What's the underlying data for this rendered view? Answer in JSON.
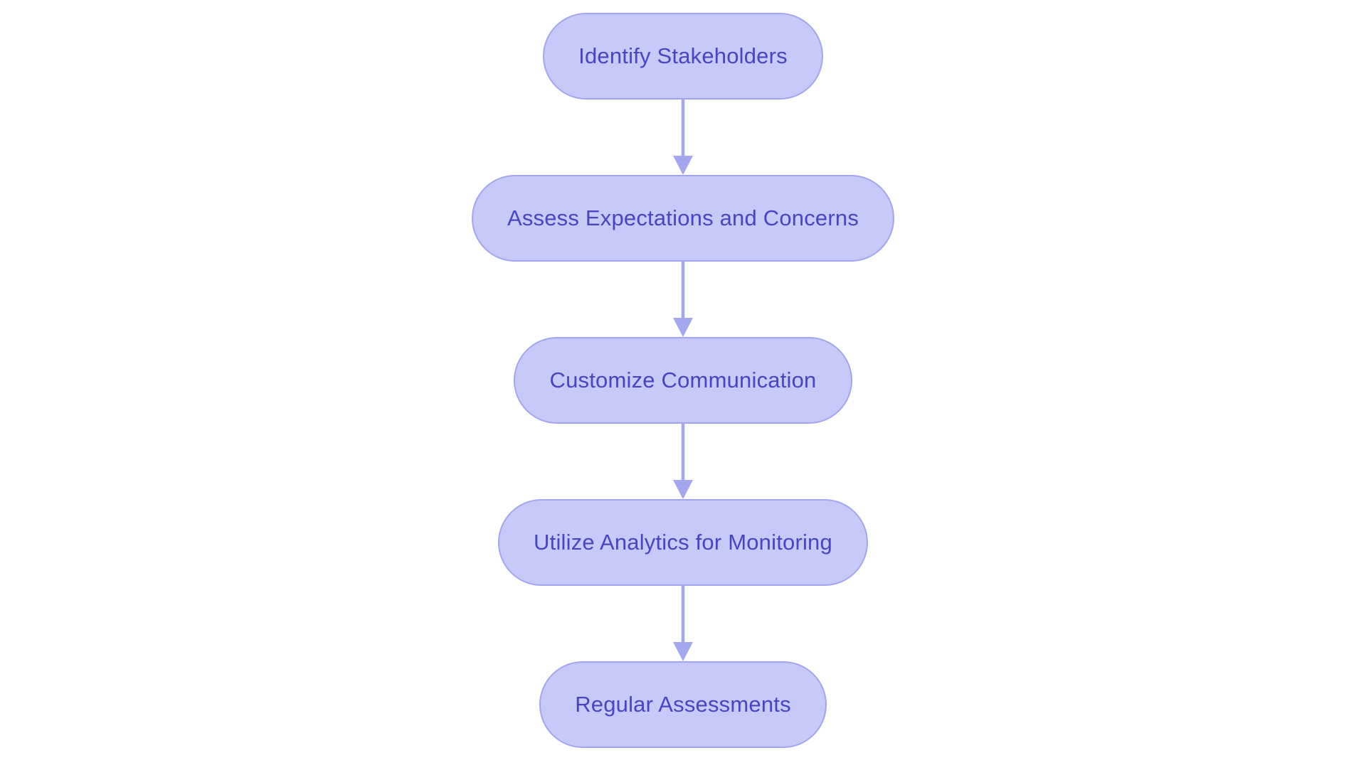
{
  "flowchart": {
    "type": "flowchart",
    "direction": "top-down",
    "style": {
      "background": "#ffffff",
      "node_fill": "#c7c9f8",
      "node_border": "#a2a6ef",
      "node_text": "#4646c4",
      "arrow_color": "#a2a7f0"
    },
    "nodes": [
      {
        "id": "identify-stakeholders",
        "label": "Identify Stakeholders"
      },
      {
        "id": "assess-expectations-and-concerns",
        "label": "Assess Expectations and Concerns"
      },
      {
        "id": "customize-communication",
        "label": "Customize Communication"
      },
      {
        "id": "utilize-analytics-for-monitoring",
        "label": "Utilize Analytics for Monitoring"
      },
      {
        "id": "regular-assessments",
        "label": "Regular Assessments"
      }
    ],
    "edges": [
      {
        "from": "identify-stakeholders",
        "to": "assess-expectations-and-concerns"
      },
      {
        "from": "assess-expectations-and-concerns",
        "to": "customize-communication"
      },
      {
        "from": "customize-communication",
        "to": "utilize-analytics-for-monitoring"
      },
      {
        "from": "utilize-analytics-for-monitoring",
        "to": "regular-assessments"
      }
    ]
  }
}
